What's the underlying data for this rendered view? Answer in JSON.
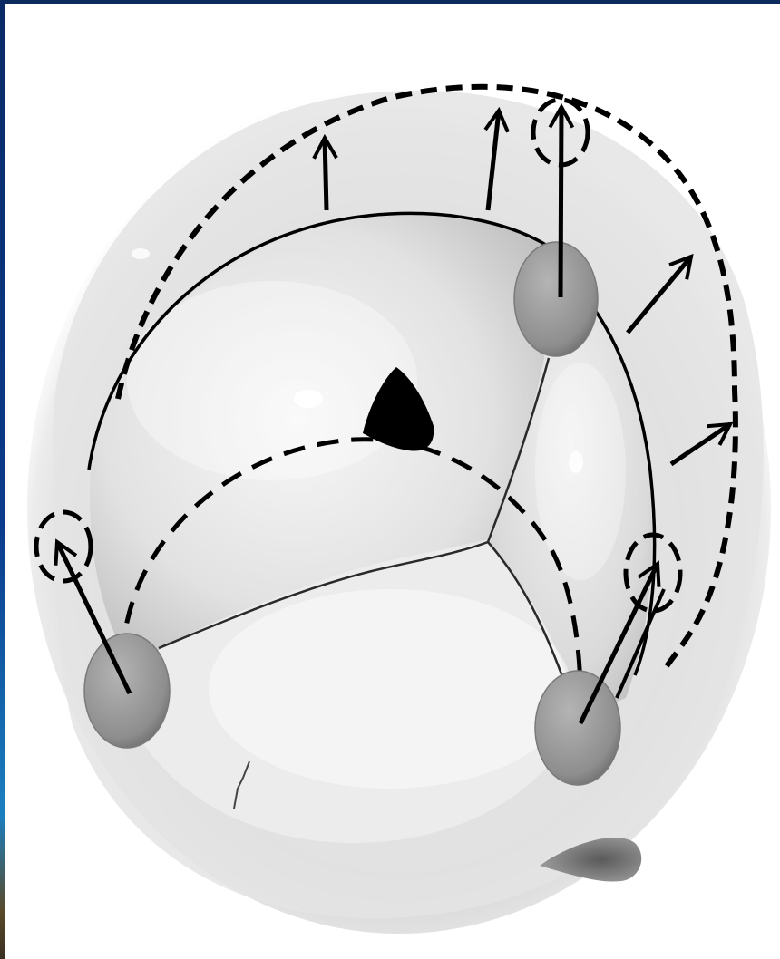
{
  "figure": {
    "subject": "aortic-valve-annulus-expansion",
    "elements": [
      "outer-annulus-dashed-arc",
      "inner-annulus-dashed-arc",
      "solid-leaflet-arc",
      "commissure-posts",
      "expansion-arrows",
      "coaptation-lines",
      "central-gap-triangle"
    ],
    "colors": {
      "background": "#ffffff",
      "tissue_light": "#f4f4f4",
      "tissue_mid": "#cfcfcf",
      "tissue_dark": "#8c8c8c",
      "commissure_post": "#9a9a9a",
      "line": "#000000",
      "frame_blue": "#0b3b8c"
    }
  }
}
